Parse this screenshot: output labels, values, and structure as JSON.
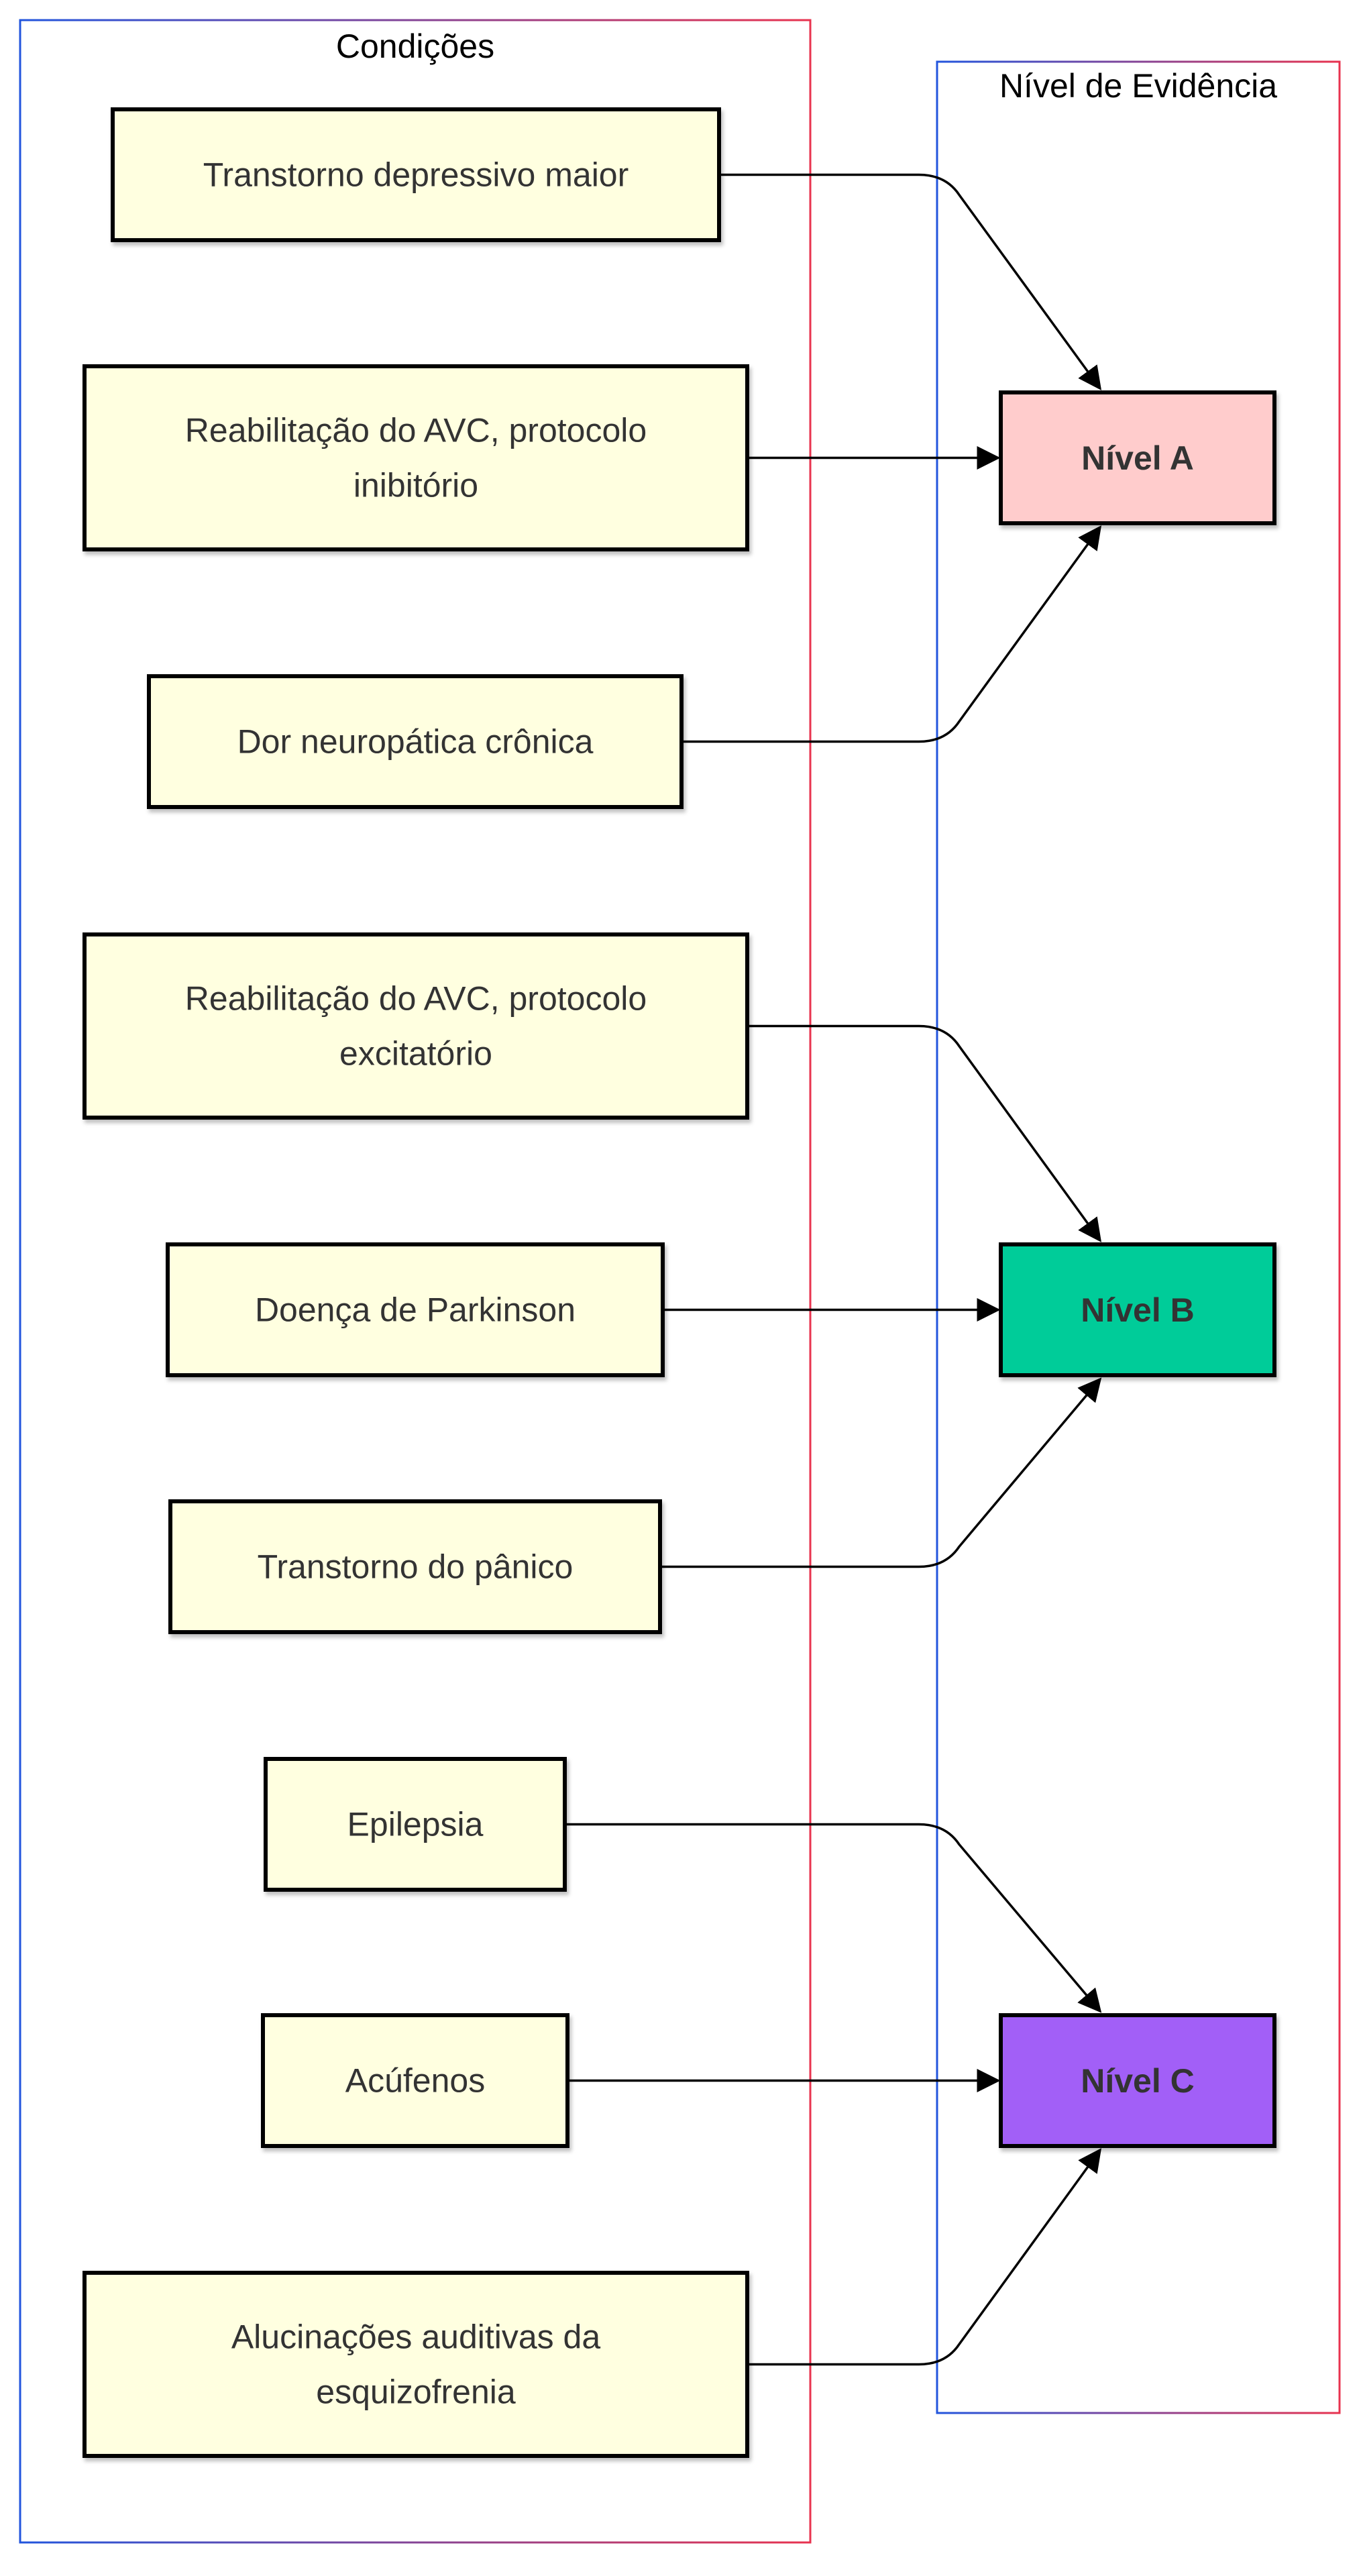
{
  "colors": {
    "condition_fill": "#ffffe0",
    "level_a_fill": "#ffcccc",
    "level_b_fill": "#00cc99",
    "level_c_fill": "#a25ef7",
    "cluster_left_border": "#e8334f",
    "cluster_blue_border": "#2255dd"
  },
  "clusters": {
    "conditions": "Condições",
    "evidence": "Nível de Evidência"
  },
  "levels": {
    "a": "Nível A",
    "b": "Nível B",
    "c": "Nível C"
  },
  "conditions": [
    {
      "lines": [
        "Transtorno depressivo maior"
      ],
      "level": "a"
    },
    {
      "lines": [
        "Reabilitação do AVC, protocolo",
        "inibitório"
      ],
      "level": "a"
    },
    {
      "lines": [
        "Dor neuropática crônica"
      ],
      "level": "a"
    },
    {
      "lines": [
        "Reabilitação do AVC, protocolo",
        "excitatório"
      ],
      "level": "b"
    },
    {
      "lines": [
        "Doença de Parkinson"
      ],
      "level": "b"
    },
    {
      "lines": [
        "Transtorno do pânico"
      ],
      "level": "b"
    },
    {
      "lines": [
        "Epilepsia"
      ],
      "level": "c"
    },
    {
      "lines": [
        "Acúfenos"
      ],
      "level": "c"
    },
    {
      "lines": [
        "Alucinações auditivas da",
        "esquizofrenia"
      ],
      "level": "c"
    }
  ]
}
